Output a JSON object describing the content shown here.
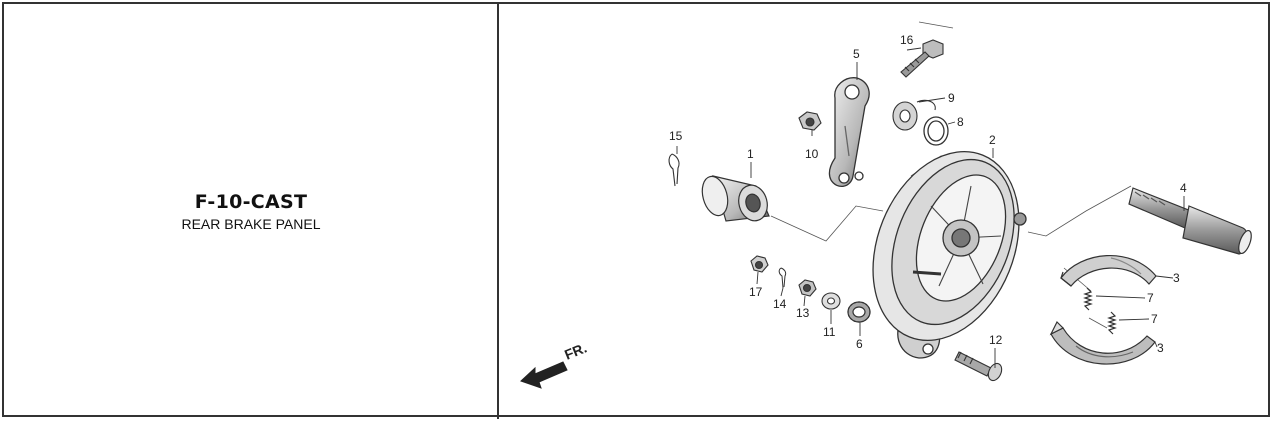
{
  "diagram": {
    "code": "F-10-CAST",
    "title": "REAR BRAKE PANEL",
    "direction_label": "FR.",
    "part_numbers": {
      "p1": "1",
      "p2": "2",
      "p3a": "3",
      "p3b": "3",
      "p4": "4",
      "p5": "5",
      "p6": "6",
      "p7a": "7",
      "p7b": "7",
      "p8": "8",
      "p9": "9",
      "p10": "10",
      "p11": "11",
      "p12": "12",
      "p13": "13",
      "p14": "14",
      "p15": "15",
      "p16": "16",
      "p17": "17"
    }
  },
  "colors": {
    "frame": "#333333",
    "line_art": "#333333",
    "shade": "#8a8a8a"
  }
}
